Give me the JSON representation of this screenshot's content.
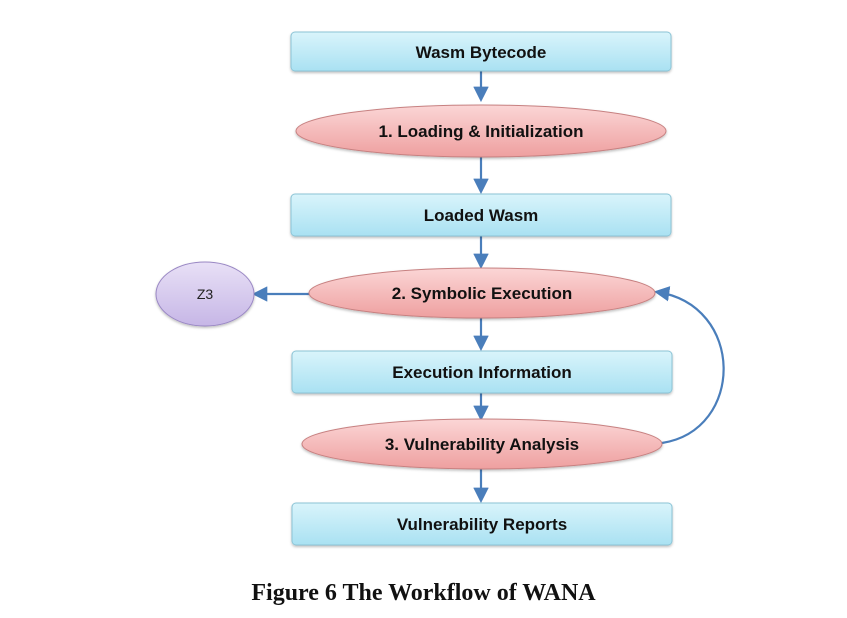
{
  "diagram": {
    "nodes": {
      "wasm_bytecode": "Wasm Bytecode",
      "loading": "1. Loading & Initialization",
      "loaded_wasm": "Loaded Wasm",
      "symbolic": "2. Symbolic Execution",
      "z3": "Z3",
      "exec_info": "Execution Information",
      "vuln_analysis": "3. Vulnerability Analysis",
      "vuln_reports": "Vulnerability Reports"
    },
    "colors": {
      "box_fill_top": "#d9f4fb",
      "box_fill_bottom": "#a9e1f2",
      "box_stroke": "#8cc4d6",
      "ellipse_fill_top": "#fbd6d6",
      "ellipse_fill_bottom": "#ee9f9f",
      "ellipse_stroke": "#c78181",
      "z3_fill_top": "#e8e0f6",
      "z3_fill_bottom": "#c6b6e6",
      "z3_stroke": "#9a88c4",
      "arrow": "#4a7ebb"
    }
  },
  "caption": "Figure 6 The Workflow of WANA"
}
